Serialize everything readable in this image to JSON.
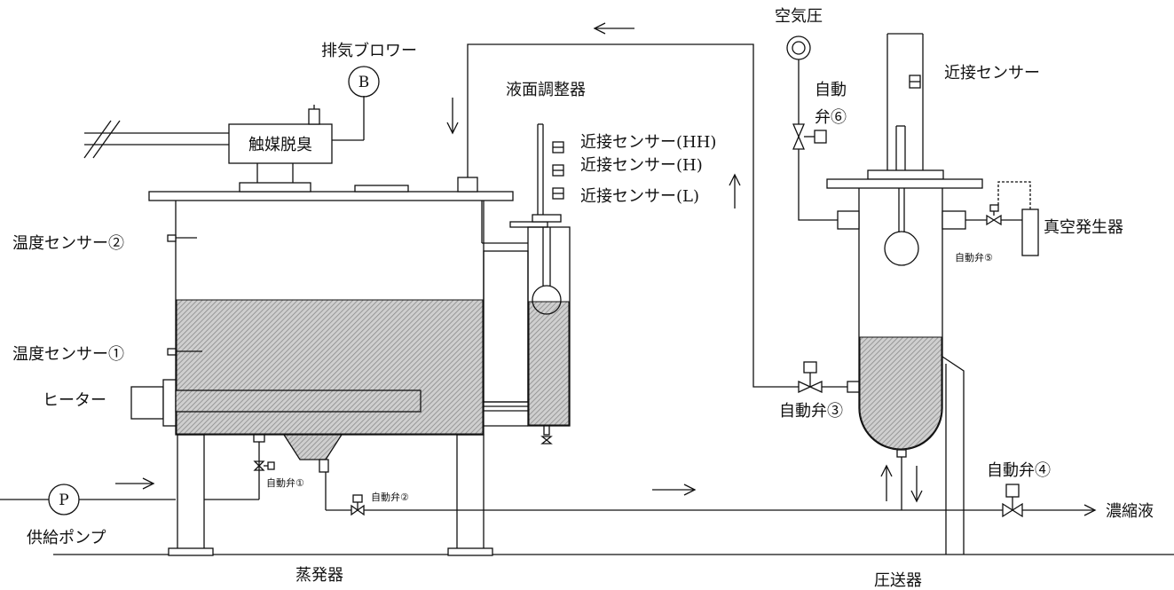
{
  "labels": {
    "exhaust_blower": "排気ブロワー",
    "blower_symbol": "B",
    "catalytic_deodorizer": "触媒脱臭",
    "level_regulator": "液面調整器",
    "proximity_sensor_hh": "近接センサー(HH)",
    "proximity_sensor_h": "近接センサー(H)",
    "proximity_sensor_l": "近接センサー(L)",
    "temp_sensor_2": "温度センサー②",
    "temp_sensor_1": "温度センサー①",
    "heater": "ヒーター",
    "auto_valve_1": "自動弁①",
    "auto_valve_2": "自動弁②",
    "auto_valve_3": "自動弁③",
    "auto_valve_4": "自動弁④",
    "auto_valve_5": "自動弁⑤",
    "auto_valve_6_line1": "自動",
    "auto_valve_6_line2": "弁⑥",
    "pump_symbol": "P",
    "supply_pump": "供給ポンプ",
    "evaporator": "蒸発器",
    "air_pressure": "空気圧",
    "proximity_sensor": "近接センサー",
    "vacuum_generator": "真空発生器",
    "pressure_feeder": "圧送器",
    "concentrate": "濃縮液"
  },
  "colors": {
    "line": "#111111",
    "liquid_hatch": "#9a9a9a",
    "background": "#ffffff"
  }
}
